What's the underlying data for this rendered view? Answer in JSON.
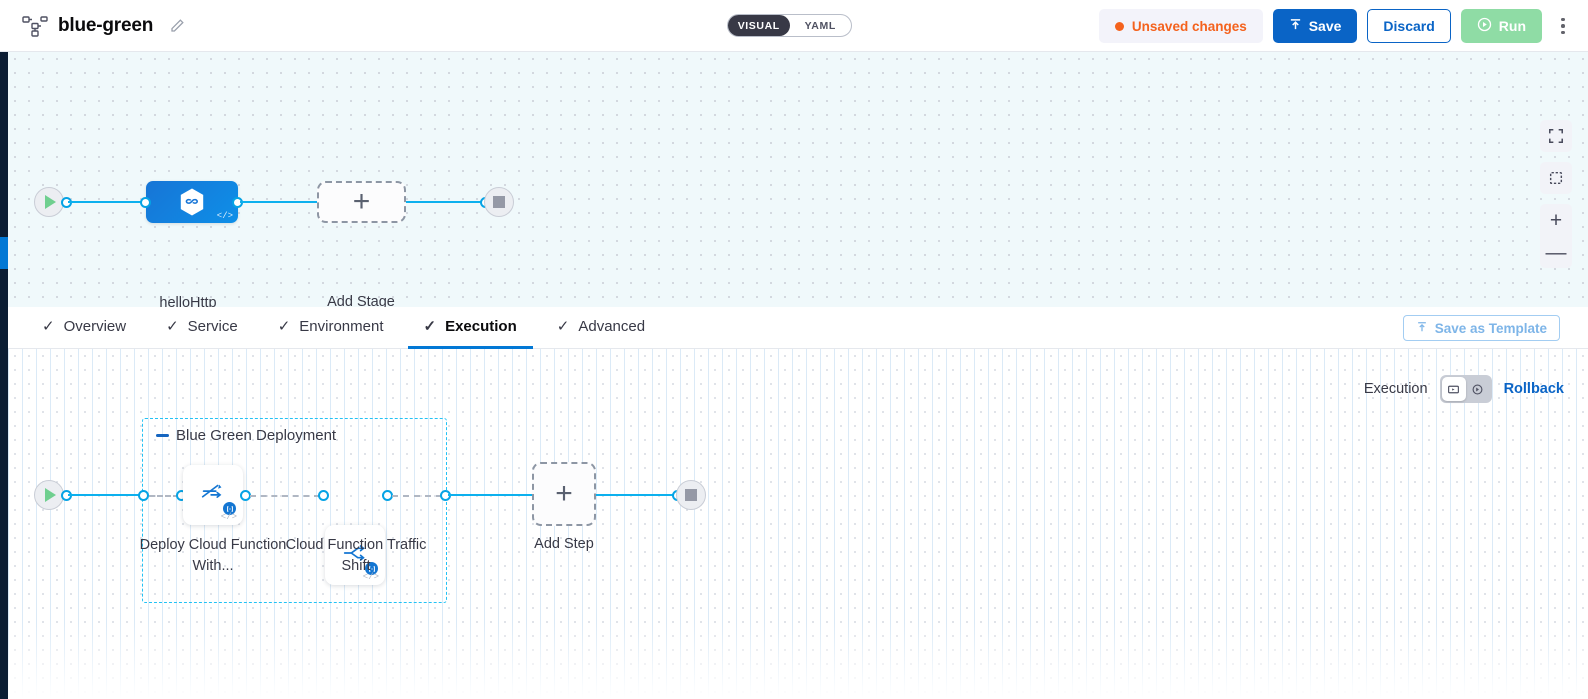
{
  "header": {
    "pipeline_icon": "pipeline-nodes-icon",
    "title": "blue-green",
    "edit_icon": "pencil-icon",
    "view_toggle": {
      "options": [
        "VISUAL",
        "YAML"
      ],
      "selected": "VISUAL"
    },
    "unsaved_label": "Unsaved changes",
    "save_label": "Save",
    "discard_label": "Discard",
    "run_label": "Run",
    "more_icon": "kebab-menu-icon",
    "accent_orange": "#f4621d",
    "accent_blue": "#0a64c6",
    "accent_green": "#8fdca5"
  },
  "canvas_top": {
    "start_icon": "play-icon",
    "end_icon": "stop-icon",
    "stage": {
      "label": "helloHttp",
      "icon": "harness-hexagon-icon",
      "code_tag": "</>"
    },
    "add_stage": {
      "label": "Add Stage",
      "plus": "+"
    },
    "controls": {
      "fit_screen": "fit-screen-icon",
      "select_area": "select-area-icon",
      "zoom_in": "+",
      "zoom_out": "—"
    }
  },
  "tabs": {
    "items": [
      {
        "label": "Overview",
        "check": "✓",
        "active": false
      },
      {
        "label": "Service",
        "check": "✓",
        "active": false
      },
      {
        "label": "Environment",
        "check": "✓",
        "active": false
      },
      {
        "label": "Execution",
        "check": "✓",
        "active": true
      },
      {
        "label": "Advanced",
        "check": "✓",
        "active": false
      }
    ],
    "save_as_template": {
      "label": "Save as Template",
      "icon": "template-upload-icon"
    }
  },
  "canvas_bottom": {
    "exec_label": "Execution",
    "rollback_label": "Rollback",
    "toggle": {
      "left_icon": "execution-view-icon",
      "right_icon": "rollback-view-icon",
      "selected": "execution-view-icon"
    },
    "start_icon": "play-icon",
    "end_icon": "stop-icon",
    "group": {
      "label": "Blue Green Deployment",
      "collapse_icon": "collapse-dash-icon",
      "steps": [
        {
          "label": "Deploy Cloud Function With...",
          "icon": "deploy-cloud-function-icon",
          "badge": "template-badge",
          "code_tag": "</>"
        },
        {
          "label": "Cloud Function Traffic Shift",
          "icon": "traffic-shift-icon",
          "badge": "template-badge",
          "code_tag": "</>"
        }
      ]
    },
    "add_step": {
      "label": "Add Step",
      "plus": "+"
    }
  }
}
